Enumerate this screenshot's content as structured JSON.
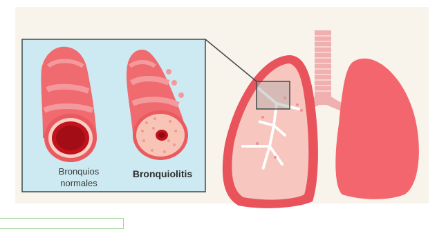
{
  "labels": {
    "normal_line1": "Bronquios",
    "normal_line2": "normales",
    "bronchiolitis": "Bronquiolitis"
  },
  "colors": {
    "background_panel": "#f8f4ec",
    "inset_fill": "#cde9f1",
    "inset_border": "#3f4a4a",
    "lung_outer": "#e8535c",
    "lung_right": "#f3666d",
    "lung_inner": "#f7c7bf",
    "trachea": "#f1b0b0",
    "bronchus_wall": "#ef6b6f",
    "lumen": "#c1121d",
    "inflamed_tissue": "#f8c4b6"
  }
}
